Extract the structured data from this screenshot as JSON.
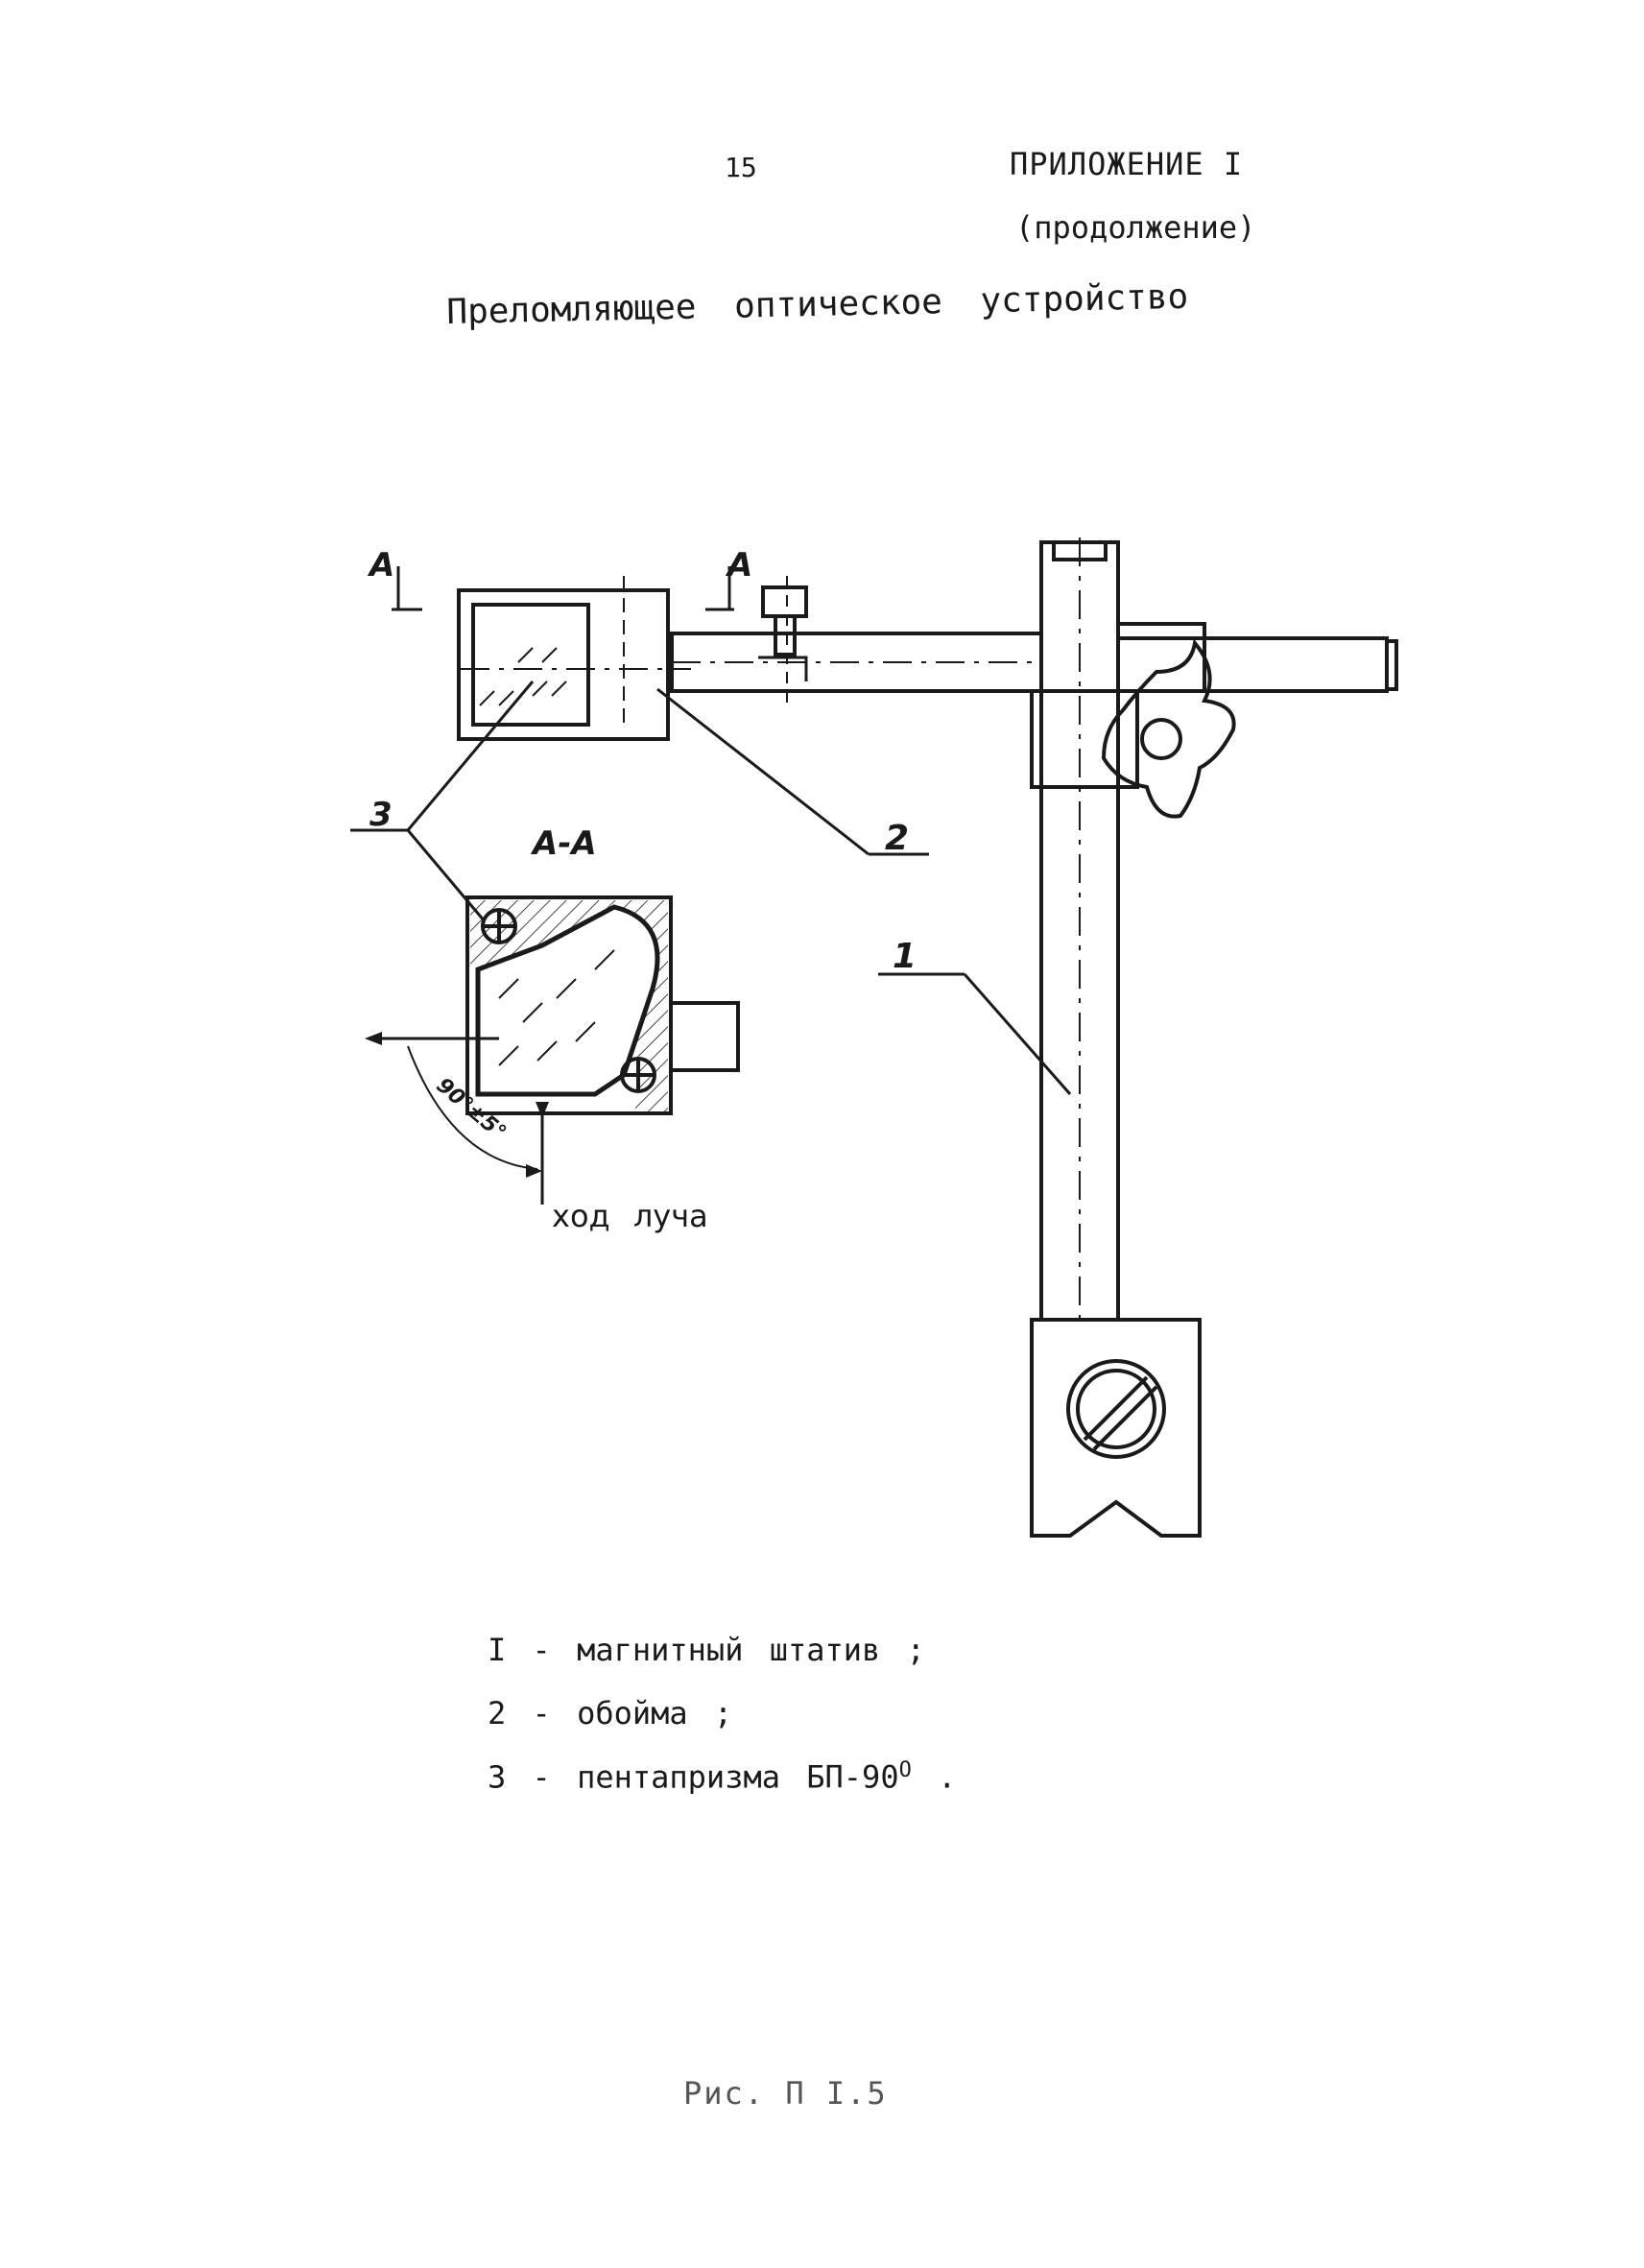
{
  "header": {
    "page_number": "15",
    "appendix": "ПРИЛОЖЕНИЕ I",
    "continuation": "(продолжение)"
  },
  "title": "Преломляющее оптическое устройство",
  "drawing": {
    "callouts": {
      "stand": "1",
      "holder": "2",
      "prism": "3"
    },
    "section_mark": "A",
    "section_label": "A-A",
    "angle_label": "90°±5°",
    "ray_label": "ход луча"
  },
  "legend": [
    {
      "number": "I",
      "dash": "-",
      "text": "магнитный штатив ;"
    },
    {
      "number": "2",
      "dash": "-",
      "text": "обойма ;"
    },
    {
      "number": "3",
      "dash": "-",
      "text": "пентапризма БП-90",
      "sup": "O",
      "end": " ."
    }
  ],
  "caption": "Рис. П I.5"
}
